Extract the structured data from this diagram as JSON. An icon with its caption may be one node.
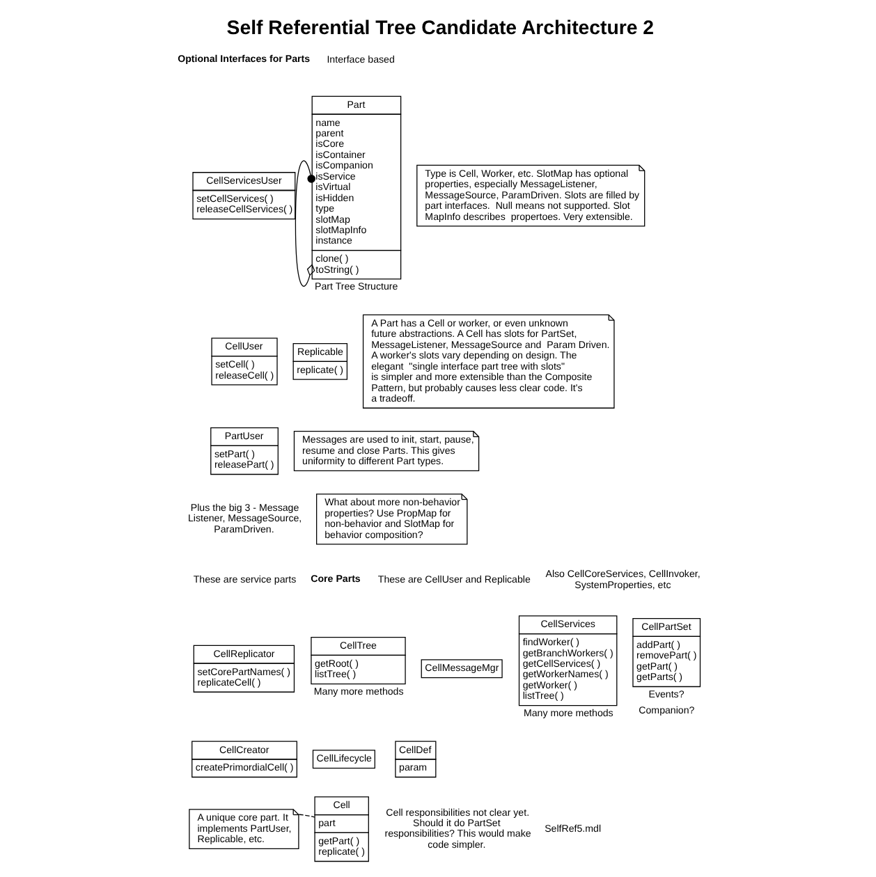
{
  "diagram": {
    "title": "Self Referential Tree Candidate Architecture 2",
    "nodes": [
      {
        "text": [
          "CellServicesUser",
          "setCellServices( ) releaseCellServices( )"
        ]
      },
      {
        "text": [
          "CellUser",
          "setCell( ) releaseCell( )"
        ]
      },
      {
        "text": [
          "Replicable",
          "replicate( )"
        ]
      },
      {
        "text": [
          "PartUser",
          "setPart( ) releasePart( )"
        ]
      },
      {
        "text": [
          "Part",
          "name parent isCore isContainer isCompanion isService isVirtual isHidden type slotMap slotMapInfo instance",
          "clone( ) toString( )"
        ],
        "beside": [
          "Part Tree Structure"
        ]
      },
      {
        "text": [
          "Type is Cell, Worker, etc. SlotMap has optional properties, especially MessageListener, MessageSource, ParamDriven. Slots are filled by part interfaces.  Null means not supported. Slot MapInfo describes  propertoes. Very extensible."
        ]
      },
      {
        "text": [
          "A Part has a Cell or worker, or even unknown future abstractions. A Cell has slots for PartSet, MessageListener, MessageSource and  Param Driven. A worker's slots vary depending on design. The elegant  \"single interface part tree with slots\" is simpler and more extensible than the Composite Pattern, but probably causes less clear code. It's a tradeoff."
        ]
      },
      {
        "text": [
          "What about more non-behavior properties? Use PropMap for non-behavior and SlotMap for behavior composition?"
        ]
      },
      {
        "text": [
          "Messages are used to init, start, pause, resume and close Parts. This gives uniformity to different Part types."
        ]
      },
      {
        "text": [
          "CellReplicator",
          "setCorePartNames( ) replicateCell( )"
        ]
      },
      {
        "text": [
          "CellTree",
          "getRoot( ) listTree( )"
        ],
        "beside": [
          "Many more methods"
        ]
      },
      {
        "text": [
          "CellMessageMgr"
        ]
      },
      {
        "text": [
          "CellServices",
          "findWorker( ) getBranchWorkers( ) getCellServices( ) getWorkerNames( ) getWorker( ) listTree( )"
        ],
        "beside": [
          "Many more methods"
        ]
      },
      {
        "text": [
          "CellPartSet",
          "addPart( ) removePart( ) getPart( ) getParts( )"
        ],
        "beside": [
          "Events?",
          "Companion?"
        ]
      },
      {
        "text": [
          "CellCreator",
          "createPrimordialCell( )"
        ]
      },
      {
        "text": [
          "CellLifecycle"
        ]
      },
      {
        "text": [
          "CellDef",
          "param"
        ]
      },
      {
        "text": [
          "Cell",
          "part",
          "getPart( ) replicate( )"
        ]
      },
      {
        "text": [
          "A unique core part. It implements PartUser, Replicable, etc."
        ]
      }
    ],
    "edges": [
      {
        "from": 4,
        "to": 4,
        "arrow": "other"
      },
      {
        "from": 18,
        "to": 17,
        "arrow": "none",
        "style": "dashed"
      }
    ],
    "labels": [
      "Optional Interfaces for Parts",
      "Interface based",
      "Plus the big 3 - Message Listener, MessageSource, ParamDriven.",
      "Core Parts",
      "These are service parts",
      "These are CellUser and Replicable",
      "Also CellCoreServices, CellInvoker, SystemProperties, etc",
      "Cell responsibilities not clear yet. Should it do PartSet responsibilities? This would make code simpler.",
      "SelfRef5.mdl"
    ]
  }
}
